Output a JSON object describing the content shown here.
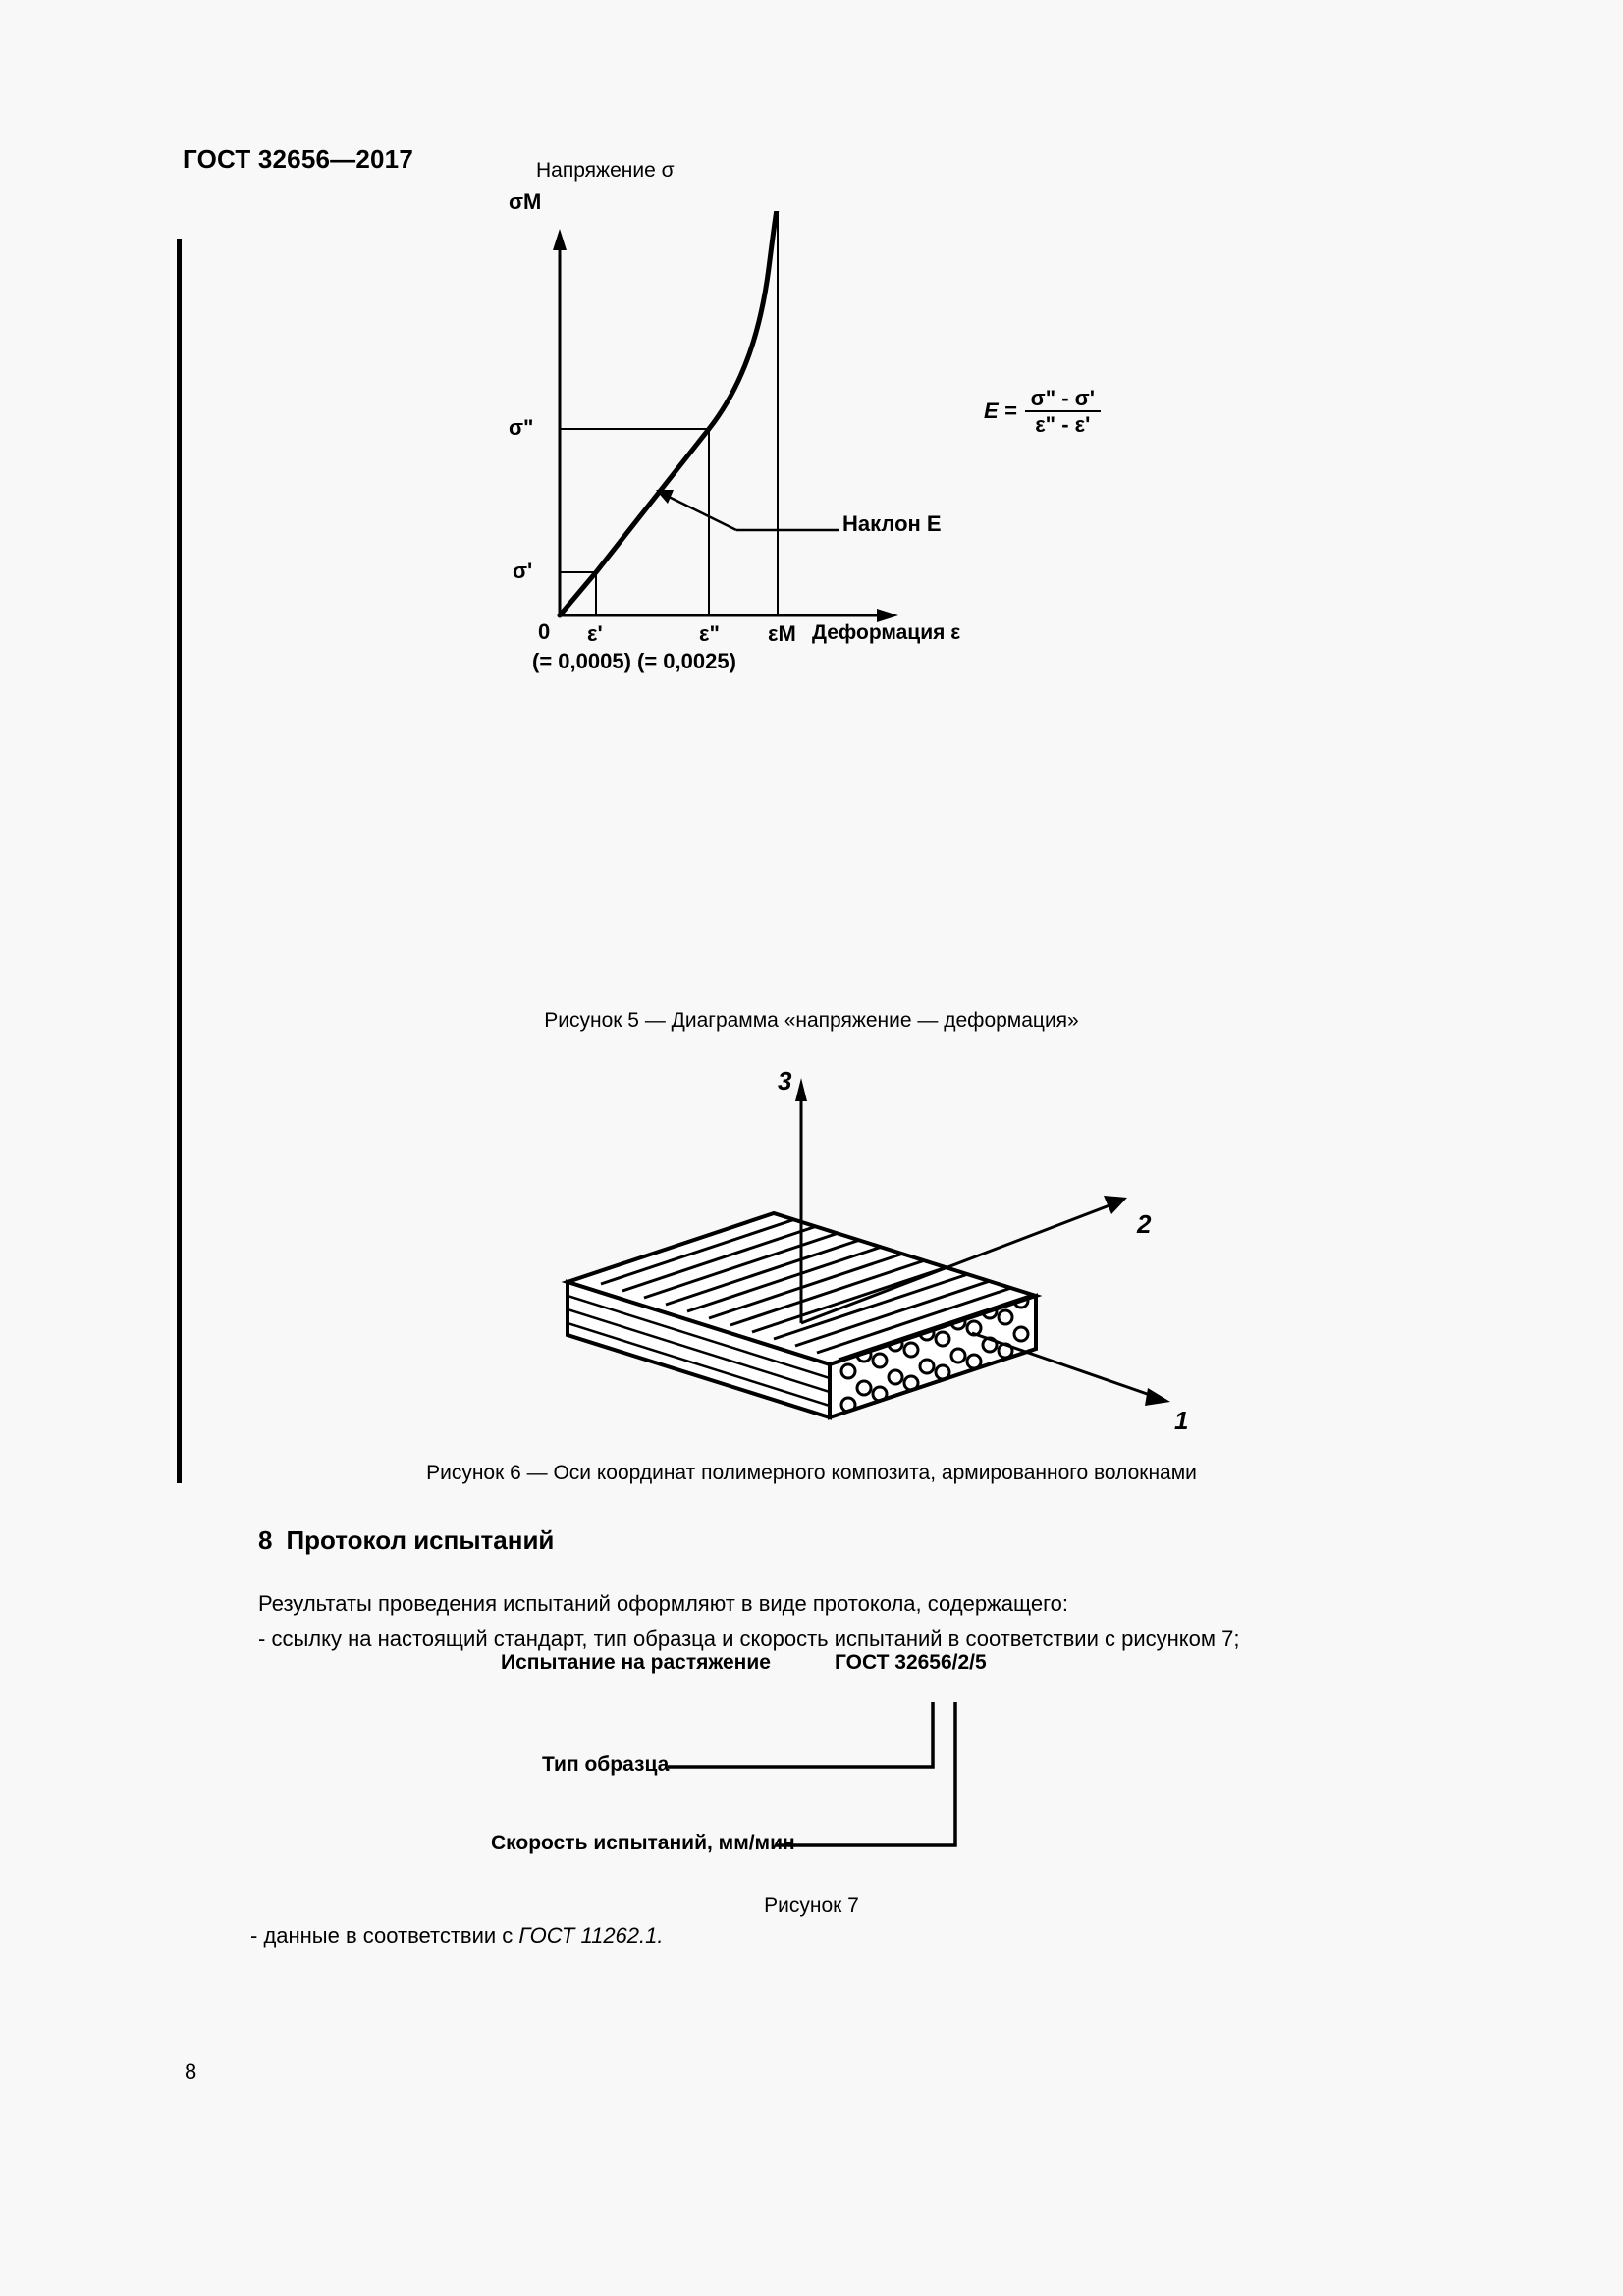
{
  "document": {
    "header": "ГОСТ 32656—2017",
    "page_number": "8"
  },
  "figure5": {
    "y_axis_label": "Напряжение σ",
    "x_axis_label": "Деформация ε",
    "origin_label": "0",
    "y_ticks": [
      "σM",
      "σ\"",
      "σ'"
    ],
    "x_ticks": [
      "ε'",
      "ε\"",
      "εM"
    ],
    "x_tick_values": "(= 0,0005) (= 0,0025)",
    "slope_annotation": "Наклон E",
    "formula": {
      "lhs": "E =",
      "numerator": "σ\" - σ'",
      "denominator": "ε\" - ε'"
    },
    "caption": "Рисунок 5 — Диаграмма «напряжение — деформация»"
  },
  "figure6": {
    "axis_labels": [
      "1",
      "2",
      "3"
    ],
    "caption": "Рисунок 6 — Оси координат полимерного композита, армированного волокнами"
  },
  "section8": {
    "number": "8",
    "title": "Протокол испытаний",
    "paragraph1": "Результаты проведения испытаний оформляют в виде протокола, содержащего:",
    "paragraph2": "-  ссылку на настоящий стандарт, тип образца и скорость испытаний в соответствии с рисунком 7;",
    "paragraph3_prefix": "- данные в соответствии с ",
    "paragraph3_italic": "ГОСТ 11262.1."
  },
  "figure7": {
    "label_test": "Испытание на растяжение",
    "code": "ГОСТ 32656/2/5",
    "label_specimen_type": "Тип образца",
    "label_test_speed": "Скорость испытаний, мм/мин",
    "caption": "Рисунок 7"
  },
  "chart_data": {
    "type": "line",
    "title": "Диаграмма «напряжение — деформация»",
    "xlabel": "Деформация ε",
    "ylabel": "Напряжение σ",
    "grid": false,
    "legend": "none",
    "xlim": [
      0,
      1
    ],
    "ylim": [
      0,
      1
    ],
    "x_tick_labels": [
      "0",
      "ε'",
      "ε\"",
      "εM"
    ],
    "x_tick_positions": [
      0.0,
      0.055,
      0.235,
      0.72
    ],
    "x_tick_values": [
      null,
      0.0005,
      0.0025,
      null
    ],
    "y_tick_labels": [
      "σ'",
      "σ\"",
      "σM"
    ],
    "y_tick_positions": [
      0.12,
      0.425,
      1.0
    ],
    "series": [
      {
        "name": "stress-strain curve",
        "x": [
          0.0,
          0.055,
          0.235,
          0.4,
          0.55,
          0.64,
          0.69,
          0.72
        ],
        "y": [
          0.0,
          0.12,
          0.425,
          0.64,
          0.82,
          0.93,
          0.985,
          1.0
        ]
      }
    ],
    "annotations": [
      {
        "text": "Наклон E",
        "x": 0.28,
        "y": 0.3
      },
      {
        "text": "E = (σ\" - σ')/(ε\" - ε')",
        "x": 0.8,
        "y": 0.56
      }
    ]
  }
}
